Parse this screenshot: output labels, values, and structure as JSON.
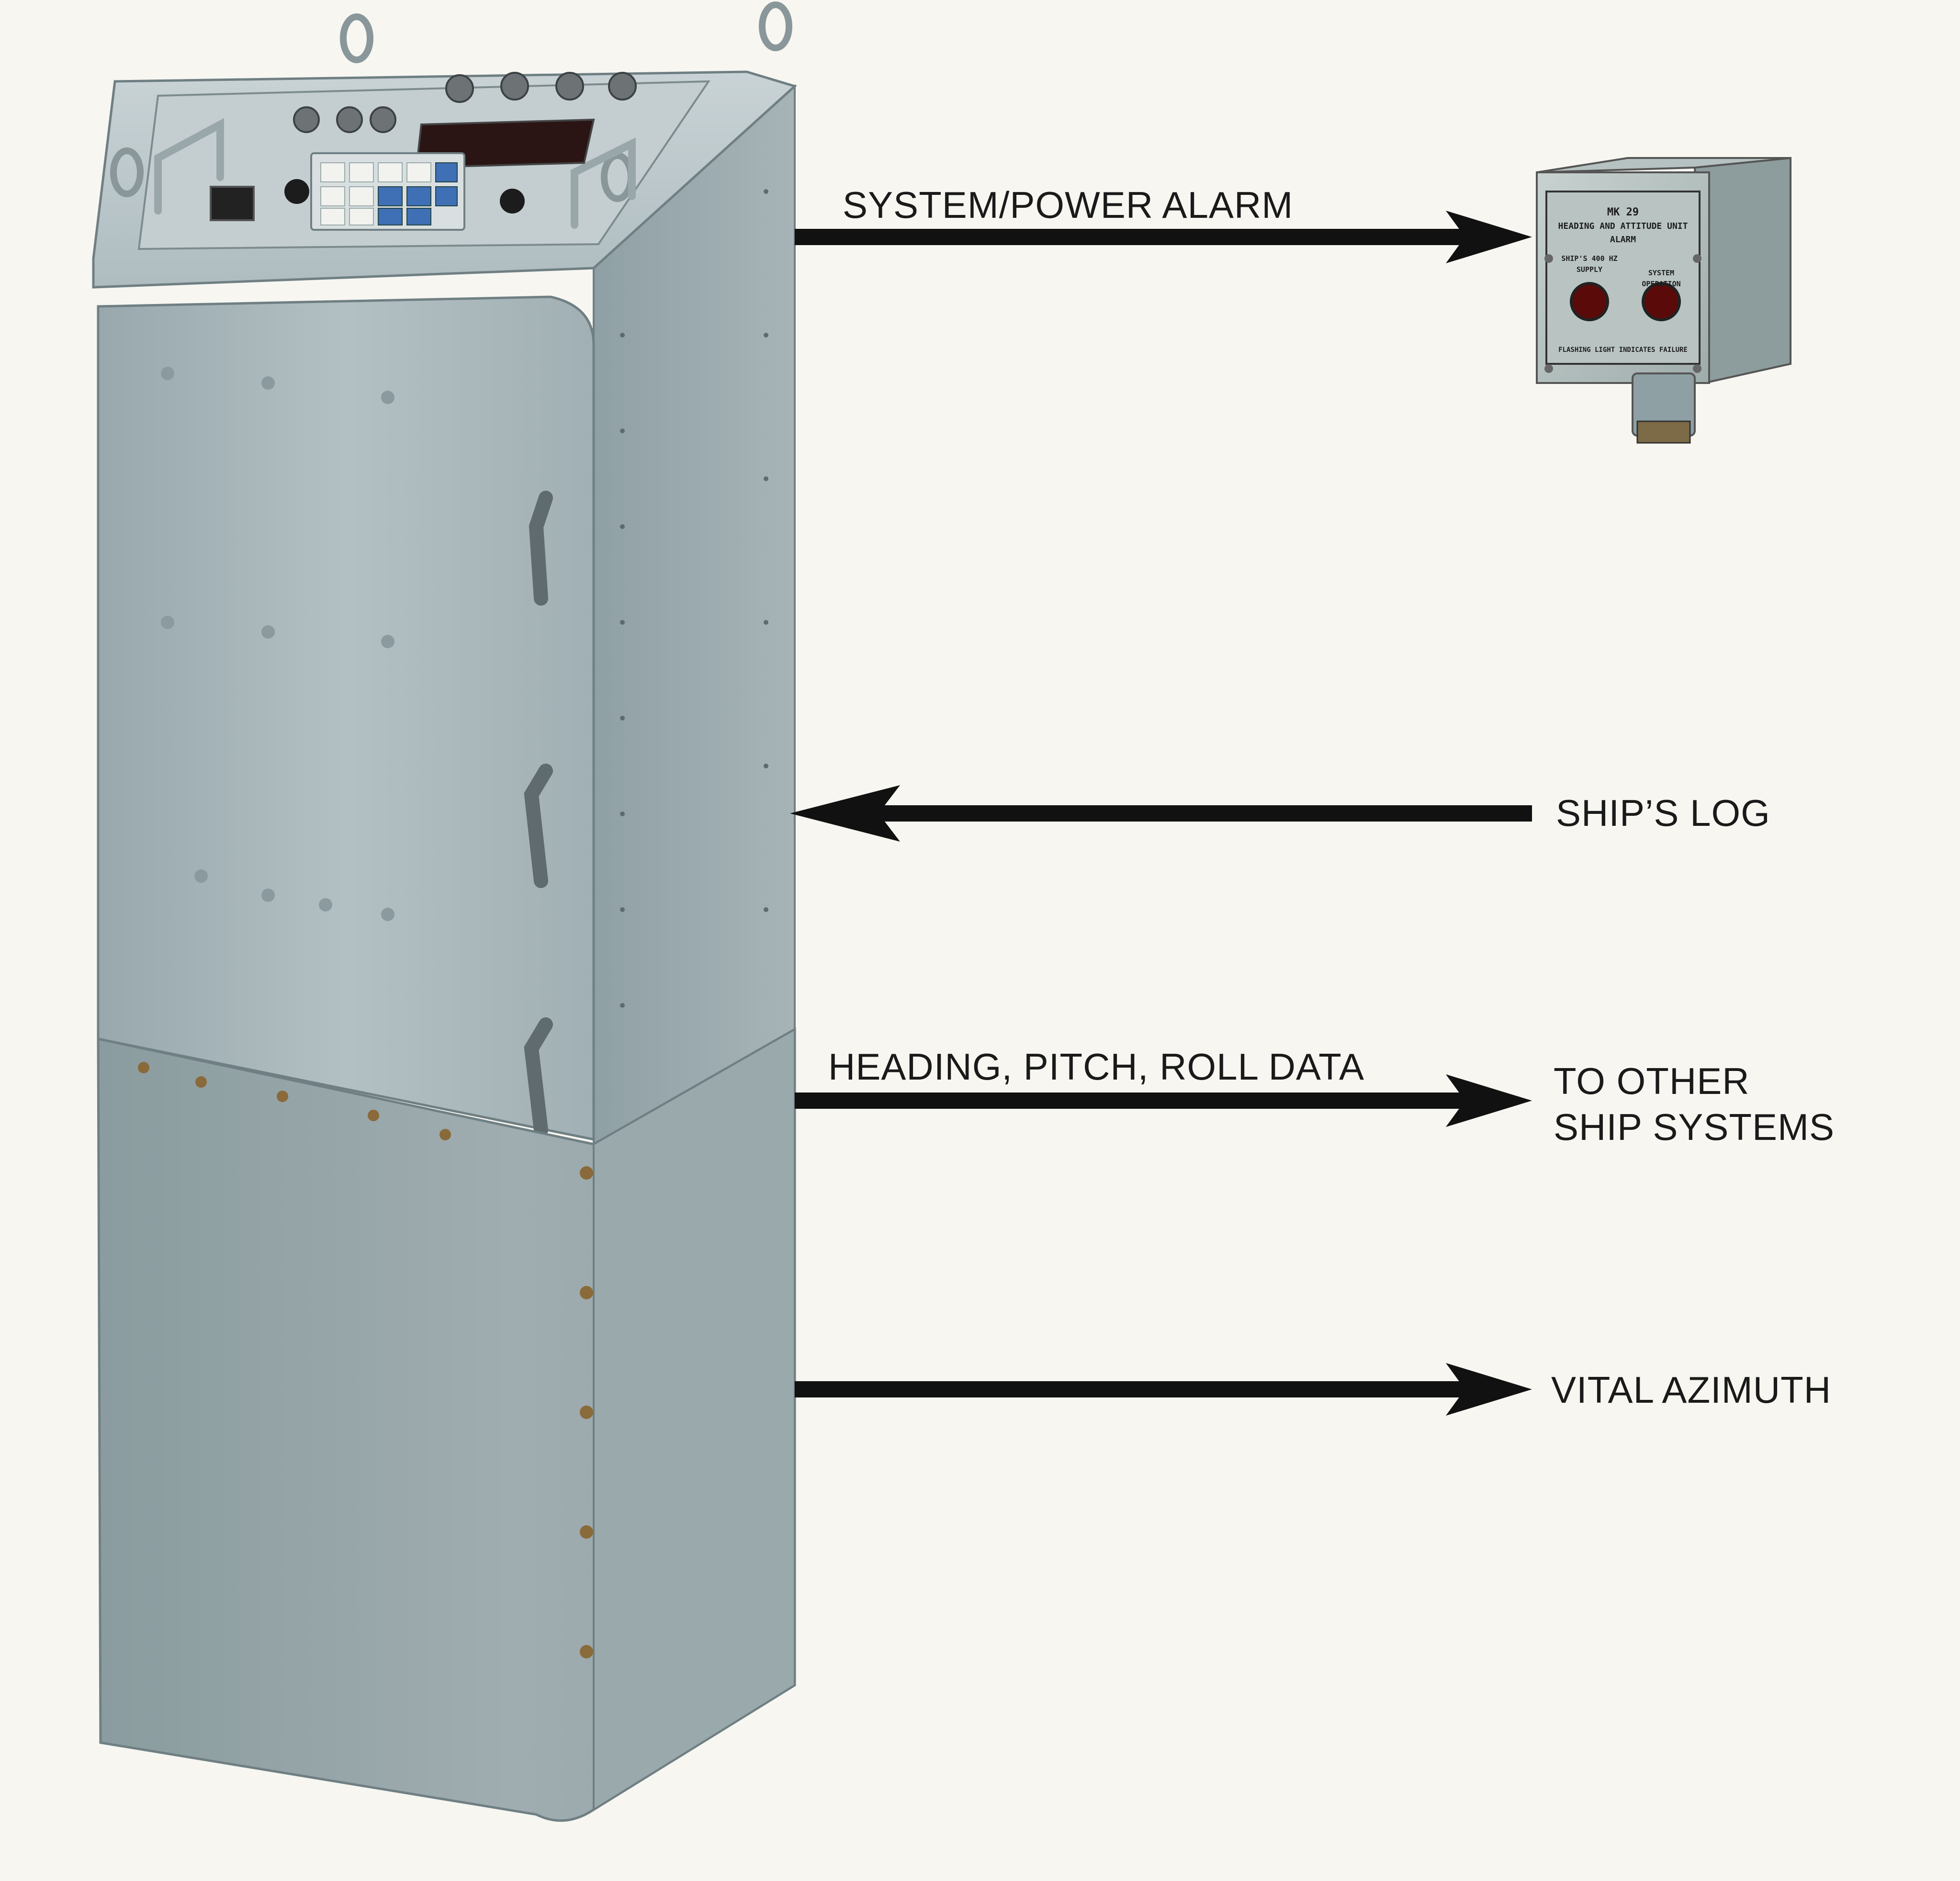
{
  "labels": {
    "system_power_alarm": "SYSTEM/POWER ALARM",
    "ships_log": "SHIP’S LOG",
    "heading_pitch_roll": "HEADING, PITCH, ROLL DATA",
    "to_other_line1": "TO OTHER",
    "to_other_line2": "SHIP SYSTEMS",
    "vital_azimuth": "VITAL AZIMUTH"
  },
  "alarm_unit": {
    "model": "MK 29",
    "title_line1": "HEADING AND ATTITUDE UNIT",
    "title_line2": "ALARM",
    "lamp_left_line1": "SHIP'S 400 HZ",
    "lamp_left_line2": "SUPPLY",
    "lamp_right_line1": "SYSTEM",
    "lamp_right_line2": "OPERATION",
    "footer": "FLASHING LIGHT INDICATES FAILURE"
  },
  "colors": {
    "background": "#f7f6f1",
    "cabinet": "#a9b7bb",
    "arrow": "#111111",
    "text": "#1a1a1a"
  }
}
